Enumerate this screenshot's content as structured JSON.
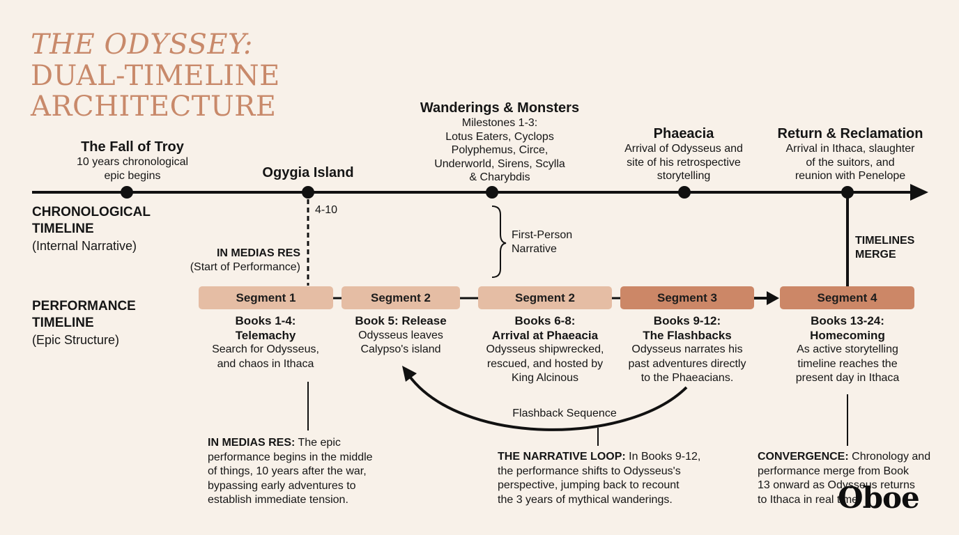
{
  "title": {
    "line1": "THE ODYSSEY:",
    "line2": "DUAL-TIMELINE",
    "line3": "ARCHITECTURE"
  },
  "chronological": {
    "label_line1": "CHRONOLOGICAL",
    "label_line2": "TIMELINE",
    "label_sub": "(Internal Narrative)",
    "events": [
      {
        "title": "The Fall of Troy",
        "lines": [
          "10 years chronological",
          "epic begins"
        ]
      },
      {
        "title": "Ogygia Island",
        "lines": []
      },
      {
        "title": "Wanderings & Monsters",
        "lines": [
          "Milestones 1-3:",
          "Lotus Eaters, Cyclops",
          "Polyphemus, Circe,",
          "Underworld, Sirens, Scylla",
          "& Charybdis"
        ]
      },
      {
        "title": "Phaeacia",
        "lines": [
          "Arrival of Odysseus and",
          "site of his retrospective",
          "storytelling"
        ]
      },
      {
        "title": "Return & Reclamation",
        "lines": [
          "Arrival in Ithaca, slaughter",
          "of the suitors, and",
          "reunion with Penelope"
        ]
      }
    ]
  },
  "performance": {
    "label_line1": "PERFORMANCE",
    "label_line2": "TIMELINE",
    "label_sub": "(Epic Structure)",
    "segments": [
      {
        "label": "Segment 1",
        "book_lines": [
          "Books 1-4:",
          "Telemachy"
        ],
        "desc_lines": [
          "Search for Odysseus,",
          "and chaos in Ithaca"
        ]
      },
      {
        "label": "Segment 2",
        "book_lines": [
          "Book 5: Release"
        ],
        "desc_lines": [
          "Odysseus leaves",
          "Calypso's island"
        ]
      },
      {
        "label": "Segment 2",
        "book_lines": [
          "Books 6-8:",
          "Arrival at Phaeacia"
        ],
        "desc_lines": [
          "Odysseus shipwrecked,",
          "rescued, and hosted by",
          "King Alcinous"
        ]
      },
      {
        "label": "Segment 3",
        "book_lines": [
          "Books 9-12:",
          "The Flashbacks"
        ],
        "desc_lines": [
          "Odysseus narrates his",
          "past adventures directly",
          "to the Phaeacians."
        ]
      },
      {
        "label": "Segment 4",
        "book_lines": [
          "Books 13-24:",
          "Homecoming"
        ],
        "desc_lines": [
          "As active storytelling",
          "timeline reaches the",
          "present day in Ithaca"
        ]
      }
    ]
  },
  "annotations": {
    "books_tick": "4-10",
    "in_medias_res": "IN MEDIAS RES",
    "start_of_performance": "(Start of Performance)",
    "first_person_line1": "First-Person",
    "first_person_line2": "Narrative",
    "timelines_merge_line1": "TIMELINES",
    "timelines_merge_line2": "MERGE",
    "flashback_sequence": "Flashback Sequence"
  },
  "notes": [
    {
      "bold": "IN MEDIAS RES:",
      "lines": [
        " The epic",
        "performance begins in the middle",
        "of things, 10 years after the war,",
        "bypassing early adventures to",
        "establish immediate tension."
      ]
    },
    {
      "bold": "THE NARRATIVE LOOP:",
      "lines": [
        " In Books 9-12,",
        "the performance shifts to Odysseus's",
        "perspective, jumping back to recount",
        "the 3 years of mythical wanderings."
      ]
    },
    {
      "bold": "CONVERGENCE:",
      "lines": [
        " Chronology and",
        "performance merge from Book",
        "13 onward as Odysseus returns",
        "to Ithaca in real time."
      ]
    }
  ],
  "logo": "Oboe",
  "colors": {
    "background": "#f8f1e9",
    "title": "#c8896a",
    "segment_light": "#e5bda4",
    "segment_dark": "#cc8767",
    "line": "#111111"
  }
}
